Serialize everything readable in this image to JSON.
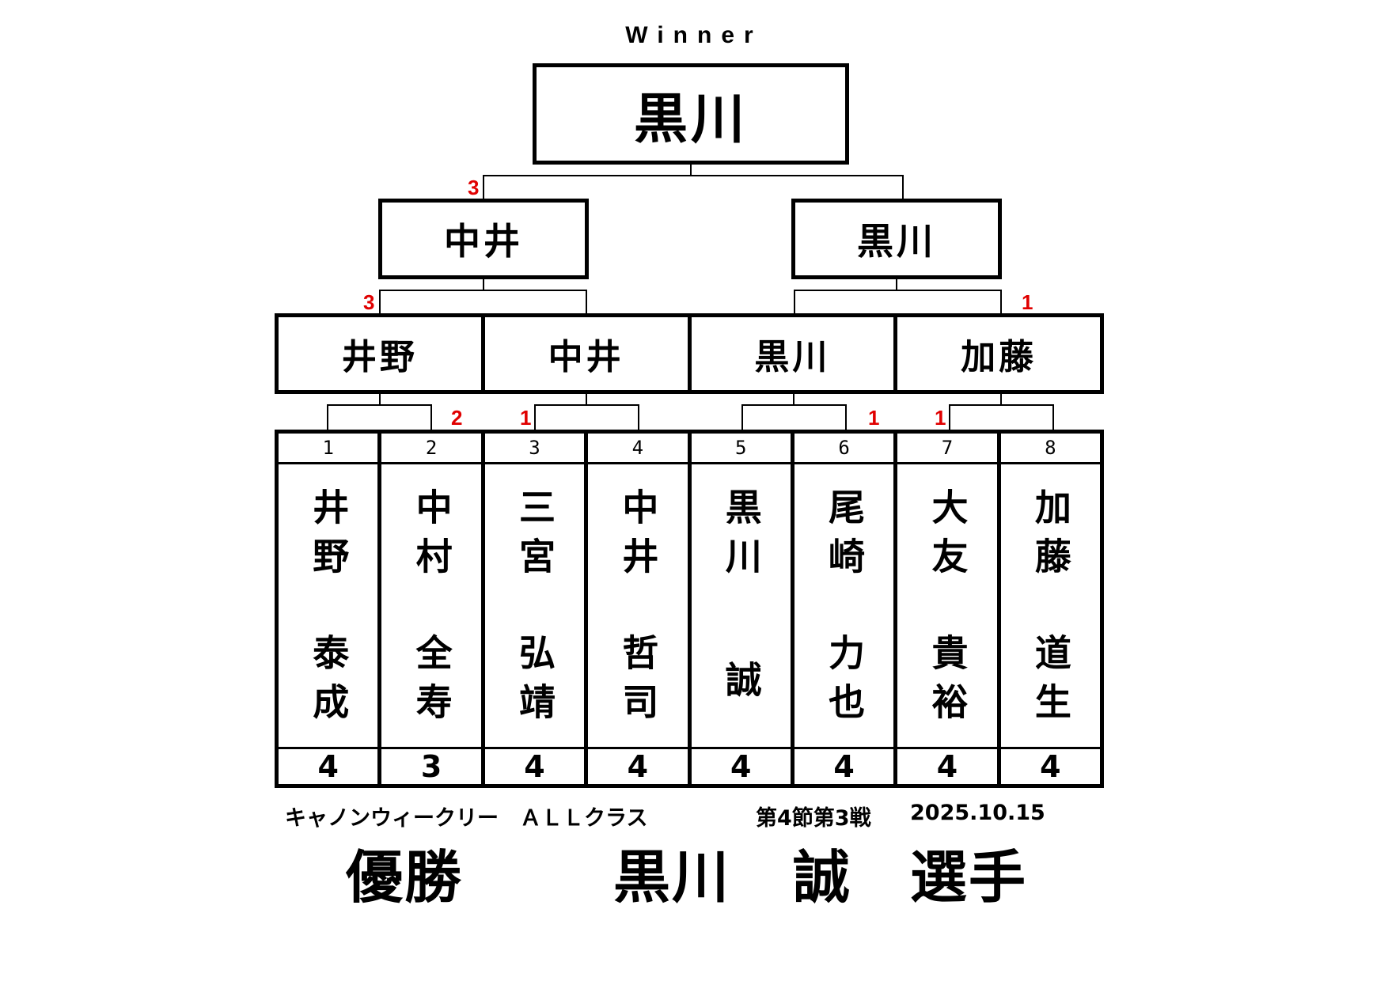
{
  "header": {
    "title": "Winner"
  },
  "final": {
    "winner": "黒川"
  },
  "semifinal": {
    "left": {
      "winner": "中井",
      "score": "3"
    },
    "right": {
      "winner": "黒川",
      "score": "1"
    }
  },
  "quarterfinal": {
    "cells": [
      {
        "winner": "井野",
        "score": "3"
      },
      {
        "winner": "中井"
      },
      {
        "winner": "黒川"
      },
      {
        "winner": "加藤",
        "score": "1"
      }
    ],
    "final_score_left": "3"
  },
  "round1_scores": {
    "match1": "2",
    "match2": "1",
    "match3": "1",
    "match4": "1"
  },
  "players": [
    {
      "seed": "1",
      "family": "井野",
      "given": "泰成",
      "result": "4"
    },
    {
      "seed": "2",
      "family": "中村",
      "given": "全寿",
      "result": "3"
    },
    {
      "seed": "3",
      "family": "三宮",
      "given": "弘靖",
      "result": "4"
    },
    {
      "seed": "4",
      "family": "中井",
      "given": "哲司",
      "result": "4"
    },
    {
      "seed": "5",
      "family": "黒川",
      "given": "誠",
      "result": "4"
    },
    {
      "seed": "6",
      "family": "尾崎",
      "given": "力也",
      "result": "4"
    },
    {
      "seed": "7",
      "family": "大友",
      "given": "貴裕",
      "result": "4"
    },
    {
      "seed": "8",
      "family": "加藤",
      "given": "道生",
      "result": "4"
    }
  ],
  "footer": {
    "event": "キャノンウィークリー　ＡＬＬクラス",
    "round": "第4節第3戦",
    "date": "2025.10.15",
    "label": "優勝",
    "champion_family": "黒川",
    "champion_given": "誠",
    "suffix": "選手"
  },
  "colors": {
    "score_red": "#e00000",
    "line": "#000000",
    "background": "#ffffff"
  }
}
